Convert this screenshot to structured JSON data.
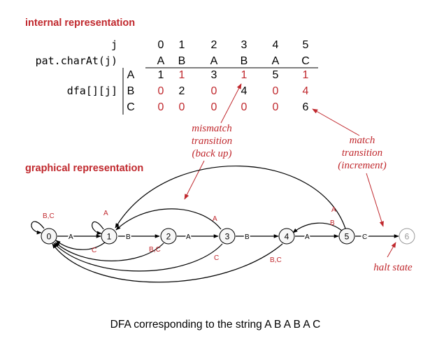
{
  "sections": {
    "internal_title": "internal representation",
    "graphical_title": "graphical representation"
  },
  "colors": {
    "red": "#c0282d",
    "black": "#000000",
    "gray": "#9a9a9a",
    "state_fill": "#f7f7f7"
  },
  "table": {
    "j_label": "j",
    "pat_label": "pat.charAt(j)",
    "dfa_label": "dfa[][j]",
    "indices": [
      "0",
      "1",
      "2",
      "3",
      "4",
      "5"
    ],
    "pattern": [
      "A",
      "B",
      "A",
      "B",
      "A",
      "C"
    ],
    "rows": [
      {
        "char": "A",
        "values": [
          "1",
          "1",
          "3",
          "1",
          "5",
          "1"
        ],
        "mismatch": [
          false,
          true,
          false,
          true,
          false,
          true
        ]
      },
      {
        "char": "B",
        "values": [
          "0",
          "2",
          "0",
          "4",
          "0",
          "4"
        ],
        "mismatch": [
          true,
          false,
          true,
          false,
          true,
          true
        ]
      },
      {
        "char": "C",
        "values": [
          "0",
          "0",
          "0",
          "0",
          "0",
          "6"
        ],
        "mismatch": [
          true,
          true,
          true,
          true,
          true,
          false
        ]
      }
    ]
  },
  "annotations": {
    "mismatch": [
      "mismatch",
      "transition",
      "(back up)"
    ],
    "match": [
      "match",
      "transition",
      "(increment)"
    ],
    "halt": "halt state"
  },
  "states": [
    "0",
    "1",
    "2",
    "3",
    "4",
    "5",
    "6"
  ],
  "edge_labels": {
    "s0_self": "B,C",
    "s0_to_1": "A",
    "s1_to_0": "C",
    "s1_self": "A",
    "s1_to_2": "B",
    "s2_to_3": "A",
    "s2_to_0": "B,C",
    "s3_to_1": "A",
    "s3_to_4": "B",
    "s3_to_0": "C",
    "s4_to_5": "A",
    "s4_to_0": "B,C",
    "s5_to_1": "A",
    "s5_to_4": "B",
    "s5_to_6": "C"
  },
  "caption": "DFA corresponding to the string A B A B A C"
}
